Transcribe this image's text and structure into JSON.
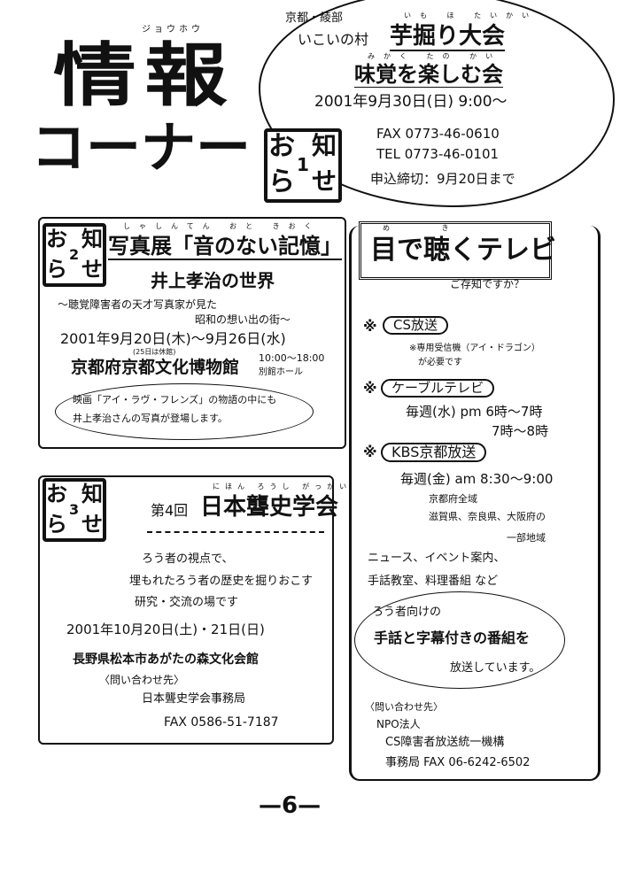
{
  "header": {
    "title_line1": "情報",
    "title_line2": "コーナー",
    "reading": "ジョウホウ"
  },
  "notice1": {
    "badge": {
      "a": "お",
      "b": "知",
      "num": "1",
      "c": "ら",
      "d": "せ"
    },
    "location": "京都・綾部",
    "village": "いこいの村",
    "event_title": "芋掘り大会",
    "event_title_reading": "いも ほ たいかい",
    "subtitle": "味覚を楽しむ会",
    "subtitle_reading": "みかく たの かい",
    "datetime": "2001年9月30日(日) 9:00～",
    "fax": "FAX 0773-46-0610",
    "tel": "TEL 0773-46-0101",
    "deadline": "申込締切：9月20日まで"
  },
  "notice2": {
    "badge": {
      "a": "お",
      "b": "知",
      "num": "2",
      "c": "ら",
      "d": "せ"
    },
    "title": "写真展「音のない記憶」",
    "title_reading": "しゃしんてん おと きおく",
    "subtitle": "井上孝治の世界",
    "tagline1": "～聴覚障害者の天才写真家が見た",
    "tagline2": "昭和の想い出の街～",
    "dates": "2001年9月20日(木)～9月26日(水)",
    "closed_note": "(25日は休館)",
    "hours": "10:00～18:00",
    "venue": "京都府京都文化博物館",
    "venue_hall": "別館ホール",
    "bubble_line1": "映画「アイ・ラヴ・フレンズ」の物語の中にも",
    "bubble_line2": "井上孝治さんの写真が登場します。"
  },
  "notice3": {
    "badge": {
      "a": "お",
      "b": "知",
      "num": "3",
      "c": "ら",
      "d": "せ"
    },
    "title_prefix": "第4回",
    "title": "日本聾史学会",
    "title_reading": "にほん ろうし がっかい",
    "desc1": "ろう者の視点で、",
    "desc2": "埋もれたろう者の歴史を掘りおこす",
    "desc3": "研究・交流の場です",
    "dates": "2001年10月20日(土)・21日(日)",
    "venue": "長野県松本市あがたの森文化会館",
    "contact_label": "〈問い合わせ先〉",
    "contact_org": "日本聾史学会事務局",
    "contact_fax": "FAX 0586-51-7187"
  },
  "tv": {
    "title": "目で聴くテレビ",
    "title_reading": "め き",
    "question": "ご存知ですか？",
    "cs": {
      "label": "CS放送",
      "note1": "※専用受信機（アイ・ドラゴン）",
      "note2": "が必要です"
    },
    "cable": {
      "label": "ケーブルテレビ",
      "time1": "毎週(水) pm 6時～7時",
      "time2": "7時～8時"
    },
    "kbs": {
      "label": "KBS京都放送",
      "time": "毎週(金) am 8:30～9:00",
      "area1": "京都府全域",
      "area2": "滋賀県、奈良県、大阪府の",
      "area3": "一部地域"
    },
    "programs1": "ニュース、イベント案内、",
    "programs2": "手話教室、料理番組 など",
    "bubble_line1": "ろう者向けの",
    "bubble_line2": "手話と字幕付きの番組を",
    "bubble_line3": "放送しています。",
    "contact_label": "〈問い合わせ先〉",
    "contact_org1": "NPO法人",
    "contact_org2": "CS障害者放送統一機構",
    "contact_fax": "事務局 FAX 06-6242-6502"
  },
  "footer": {
    "page_number": "—6—"
  }
}
